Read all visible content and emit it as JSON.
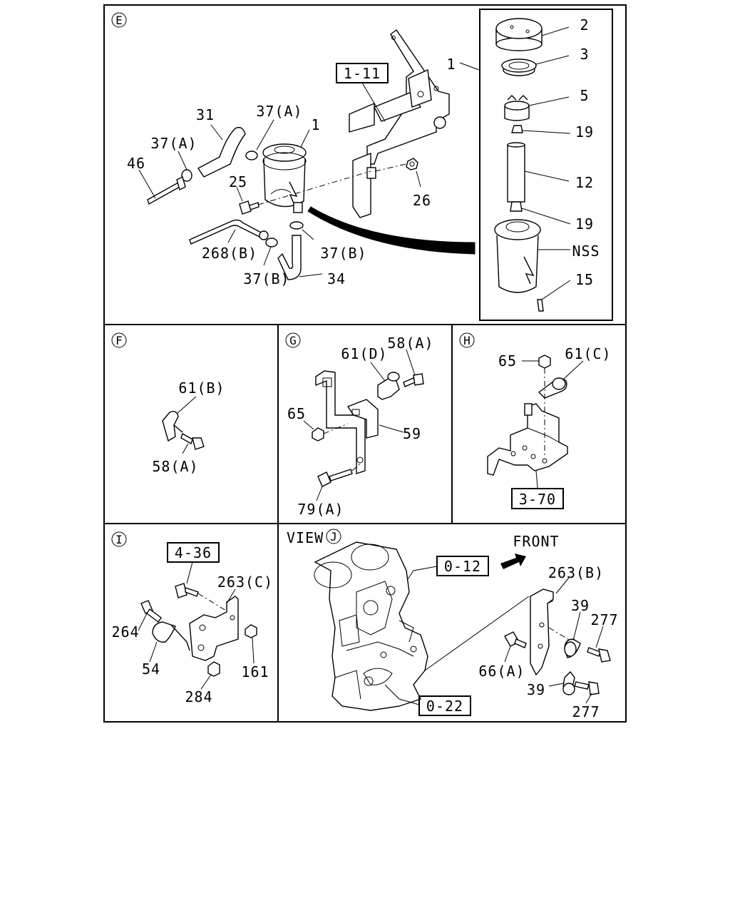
{
  "sections": {
    "E": {
      "marker": "E",
      "labels": {
        "p2": "2",
        "p3": "3",
        "p5": "5",
        "p19a": "19",
        "p12": "12",
        "p19b": "19",
        "nss": "NSS",
        "p15": "15",
        "p1_inset": "1",
        "ref_1_11": "1-11",
        "p31": "31",
        "p37a_1": "37(A)",
        "p1": "1",
        "p37a_2": "37(A)",
        "p46": "46",
        "p25": "25",
        "p26": "26",
        "p268b": "268(B)",
        "p37b_1": "37(B)",
        "p37b_2": "37(B)",
        "p34": "34"
      }
    },
    "F": {
      "marker": "F",
      "labels": {
        "p61b": "61(B)",
        "p58a": "58(A)"
      }
    },
    "G": {
      "marker": "G",
      "labels": {
        "p61d": "61(D)",
        "p58a": "58(A)",
        "p65": "65",
        "p59": "59",
        "p79a": "79(A)"
      }
    },
    "H": {
      "marker": "H",
      "labels": {
        "p65": "65",
        "p61c": "61(C)",
        "ref_3_70": "3-70"
      }
    },
    "I": {
      "marker": "I",
      "labels": {
        "ref_4_36": "4-36",
        "p263c": "263(C)",
        "p264": "264",
        "p54": "54",
        "p161": "161",
        "p284": "284"
      }
    },
    "J": {
      "marker": "J",
      "view_label": "VIEW",
      "front_label": "FRONT",
      "labels": {
        "ref_0_12": "0-12",
        "p263b": "263(B)",
        "p39a": "39",
        "p277a": "277",
        "p66a": "66(A)",
        "p39b": "39",
        "p277b": "277",
        "ref_0_22": "0-22"
      }
    }
  }
}
